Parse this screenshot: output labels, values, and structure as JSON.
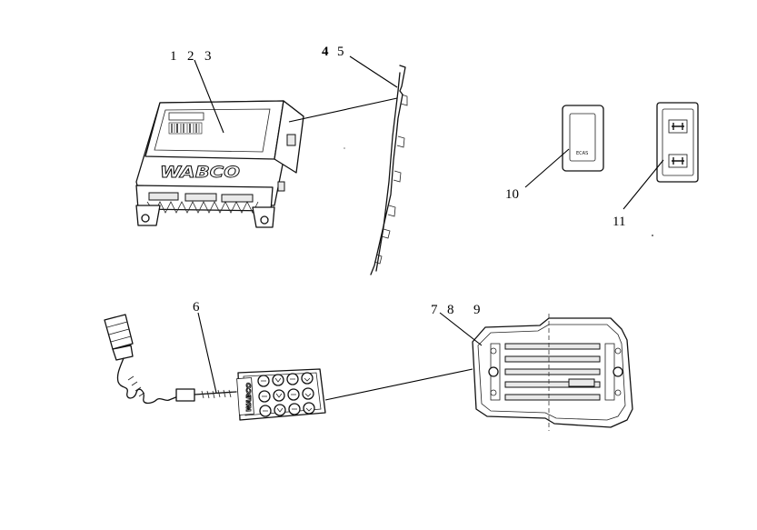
{
  "callouts": {
    "c1": "1",
    "c2": "2",
    "c3": "3",
    "c4": "4",
    "c5": "5",
    "c6": "6",
    "c7": "7",
    "c8": "8",
    "c9": "9",
    "c10": "10",
    "c11": "11"
  },
  "labels": {
    "ecu_brand": "WABCO",
    "remote_brand": "WABCO",
    "switch_ecas": "ECAS"
  }
}
